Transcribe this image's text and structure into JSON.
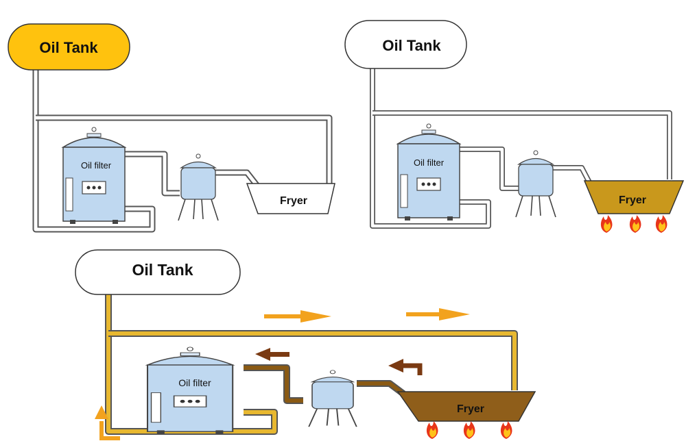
{
  "panels": [
    {
      "id": "panel-1",
      "tank_label": "Oil Tank",
      "filter_label": "Oil filter",
      "fryer_label": "Fryer",
      "tank_color": "#FFC20E"
    },
    {
      "id": "panel-2",
      "tank_label": "Oil Tank",
      "fryer_label": "Fryer",
      "filter_label": "Oil filter",
      "oil_color": "#C9981C"
    },
    {
      "id": "panel-3",
      "tank_label": "Oil Tank",
      "filter_label": "Oil filter",
      "fryer_label": "Fryer",
      "pipe_color": "#E8B830",
      "return_pipe_color": "#8A5A14",
      "oil_color": "#8F5E1A",
      "flow_arrow_color": "#F2A21E",
      "return_arrow_color": "#7A3A12"
    }
  ],
  "colors": {
    "filter_body": "#BFD8F0",
    "pipe_outline": "#555555",
    "flame_outer": "#E8361A",
    "flame_inner": "#FFC21A"
  }
}
